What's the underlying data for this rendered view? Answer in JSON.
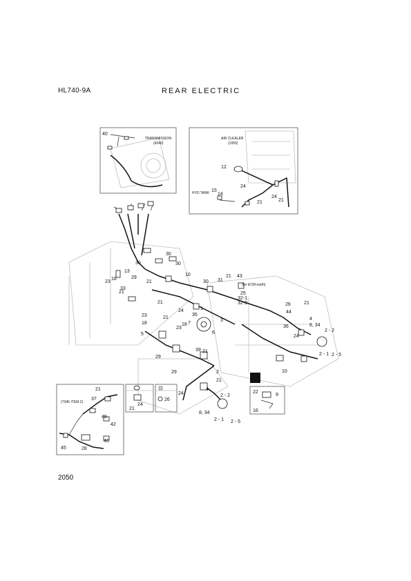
{
  "header": {
    "model": "HL740-9A",
    "title": "REAR ELECTRIC",
    "page_number": "2050"
  },
  "callouts": {
    "transmission": "TRANSMISSION",
    "transmission_ref": "(6040)",
    "air_cleaner": "AIR CLEALER",
    "air_cleaner_ref": "(1050)",
    "hyd_tank": "HYD TANK",
    "ecm_earth": "(for ECM earth)",
    "t045_ref": "(T045 ITEM 2)"
  },
  "part_labels": {
    "p40": "40",
    "p12": "12",
    "p15": "15",
    "p14": "14",
    "p24a": "24",
    "p24b": "24",
    "p21a": "21",
    "p21b": "21",
    "p30a": "30",
    "p30b": "30",
    "p30c": "30",
    "p13": "13",
    "p23a": "23",
    "p18a": "18",
    "p29a": "29",
    "p21c": "21",
    "p33": "33",
    "p10a": "10",
    "p31": "31",
    "p43": "43",
    "p21d": "21",
    "p25": "25",
    "p32_1": "32-1",
    "p32_2": "32-2",
    "p21e": "21",
    "p24c": "24",
    "p23b": "23",
    "p18b": "18",
    "p35": "35",
    "p7": "7",
    "p1": "1",
    "p3": "3",
    "p23c": "23",
    "p18c": "18",
    "p21f": "21",
    "p5": "5",
    "p6": "6",
    "p21g": "21",
    "p39": "39",
    "p29b": "29",
    "p29c": "29",
    "p21h": "21",
    "p2a": "2",
    "p21i": "21",
    "p8_34a": "8, 34",
    "p2_1a": "2 - 1",
    "p2_5a": "2 - 5",
    "p2_2a": "2 - 2",
    "p24d": "24",
    "p4a": "4",
    "p26a": "26",
    "p21j": "21",
    "p44": "44",
    "p4b": "4",
    "p8_34b": "8, 34",
    "p36": "36",
    "p24e": "24",
    "p2_2b": "2 - 2",
    "p2_1b": "2 - 1",
    "p2_5b": "2 - 5",
    "p10b": "10",
    "p22": "22",
    "p9": "9",
    "p16": "16",
    "p21k": "21",
    "p37": "37",
    "p45a": "45",
    "p42": "42",
    "p46": "46",
    "p45b": "45",
    "p28": "28",
    "p21l": "21",
    "p24f": "24",
    "p26b": "26"
  },
  "colors": {
    "ink": "#111111",
    "ghost": "#bdbdbd",
    "frame": "#555555"
  }
}
